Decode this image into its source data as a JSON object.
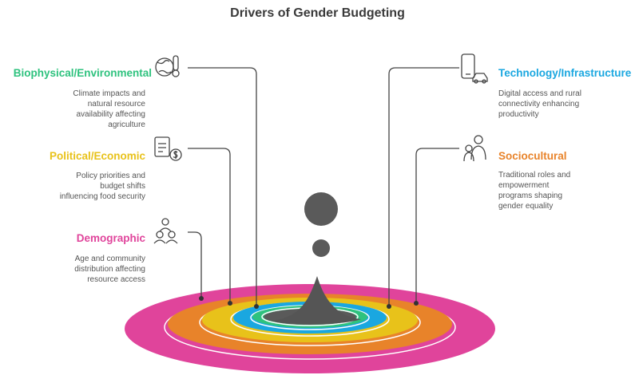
{
  "title": "Drivers of Gender Budgeting",
  "colors": {
    "environmental": "#2ec27e",
    "political": "#e8c21a",
    "demographic": "#e0449b",
    "technology": "#1aa7e0",
    "sociocultural": "#e8832a",
    "drop": "#555555"
  },
  "left": [
    {
      "key": "environmental",
      "title": "Biophysical/Environmental",
      "icon": "globe-thermometer-icon",
      "desc": [
        "Climate impacts and",
        "natural resource",
        "availability affecting",
        "agriculture"
      ]
    },
    {
      "key": "political",
      "title": "Political/Economic",
      "icon": "document-dollar-icon",
      "desc": [
        "Policy priorities and",
        "budget shifts",
        "influencing food security"
      ]
    },
    {
      "key": "demographic",
      "title": "Demographic",
      "icon": "people-group-icon",
      "desc": [
        "Age and community",
        "distribution affecting",
        "resource access"
      ]
    }
  ],
  "right": [
    {
      "key": "technology",
      "title": "Technology/Infrastructure",
      "icon": "phone-car-icon",
      "desc": [
        "Digital access and rural",
        "connectivity enhancing",
        "productivity"
      ]
    },
    {
      "key": "sociocultural",
      "title": "Sociocultural",
      "icon": "parent-child-icon",
      "desc": [
        "Traditional roles and",
        "empowerment",
        "programs shaping",
        "gender equality"
      ]
    }
  ]
}
